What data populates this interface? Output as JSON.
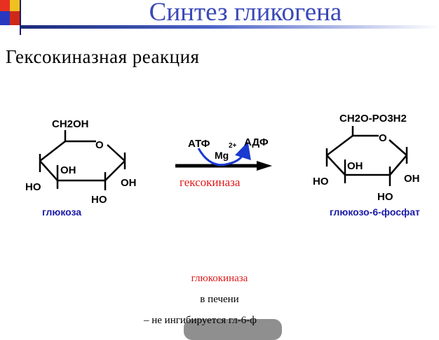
{
  "slide": {
    "title": "Синтез гликогена",
    "subtitle": "Гексокиназная  реакция"
  },
  "scheme": {
    "glucose": {
      "ch2oh": "CH2OH",
      "ring_o": "O",
      "oh_inner": "OH",
      "ho_left": "HO",
      "oh_right": "OH",
      "ho_bottom": "HO",
      "name": "глюкоза"
    },
    "reaction": {
      "atp": "АТФ",
      "mg": "Mg",
      "mg_charge": "2+",
      "adp": "АДФ",
      "enzyme": "гексокиназа"
    },
    "product": {
      "ch2o_po3h2": "CH2O-PO3H2",
      "ring_o": "O",
      "oh_inner": "OH",
      "ho_left": "HO",
      "oh_right": "OH",
      "ho_bottom": "HO",
      "name": "глюкозо-6-фосфат"
    }
  },
  "notes": {
    "enzyme": "глюкокиназа",
    "location": "в печени",
    "bullet": "–  не ингибируется  гл-6-ф"
  },
  "colors": {
    "title": "#3a48b8",
    "label_blue": "#1a1aa8",
    "enzyme_red": "#e01818",
    "arrow_blue": "#1a3ad0"
  }
}
